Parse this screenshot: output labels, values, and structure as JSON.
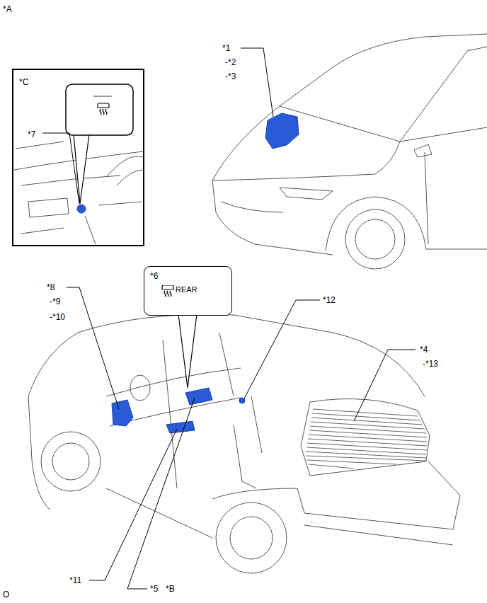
{
  "diagram": {
    "nodes": [
      {
        "text": [
          "*C",
          "*7"
        ]
      },
      {
        "text": [
          "*6",
          "REAR"
        ]
      }
    ],
    "labels": [
      "*A",
      "*1",
      "-*2",
      "-*3",
      "*8",
      "-*9",
      "-*10",
      "*12",
      "*4",
      "-*13",
      "*11",
      "*5",
      "*B",
      "O"
    ]
  }
}
